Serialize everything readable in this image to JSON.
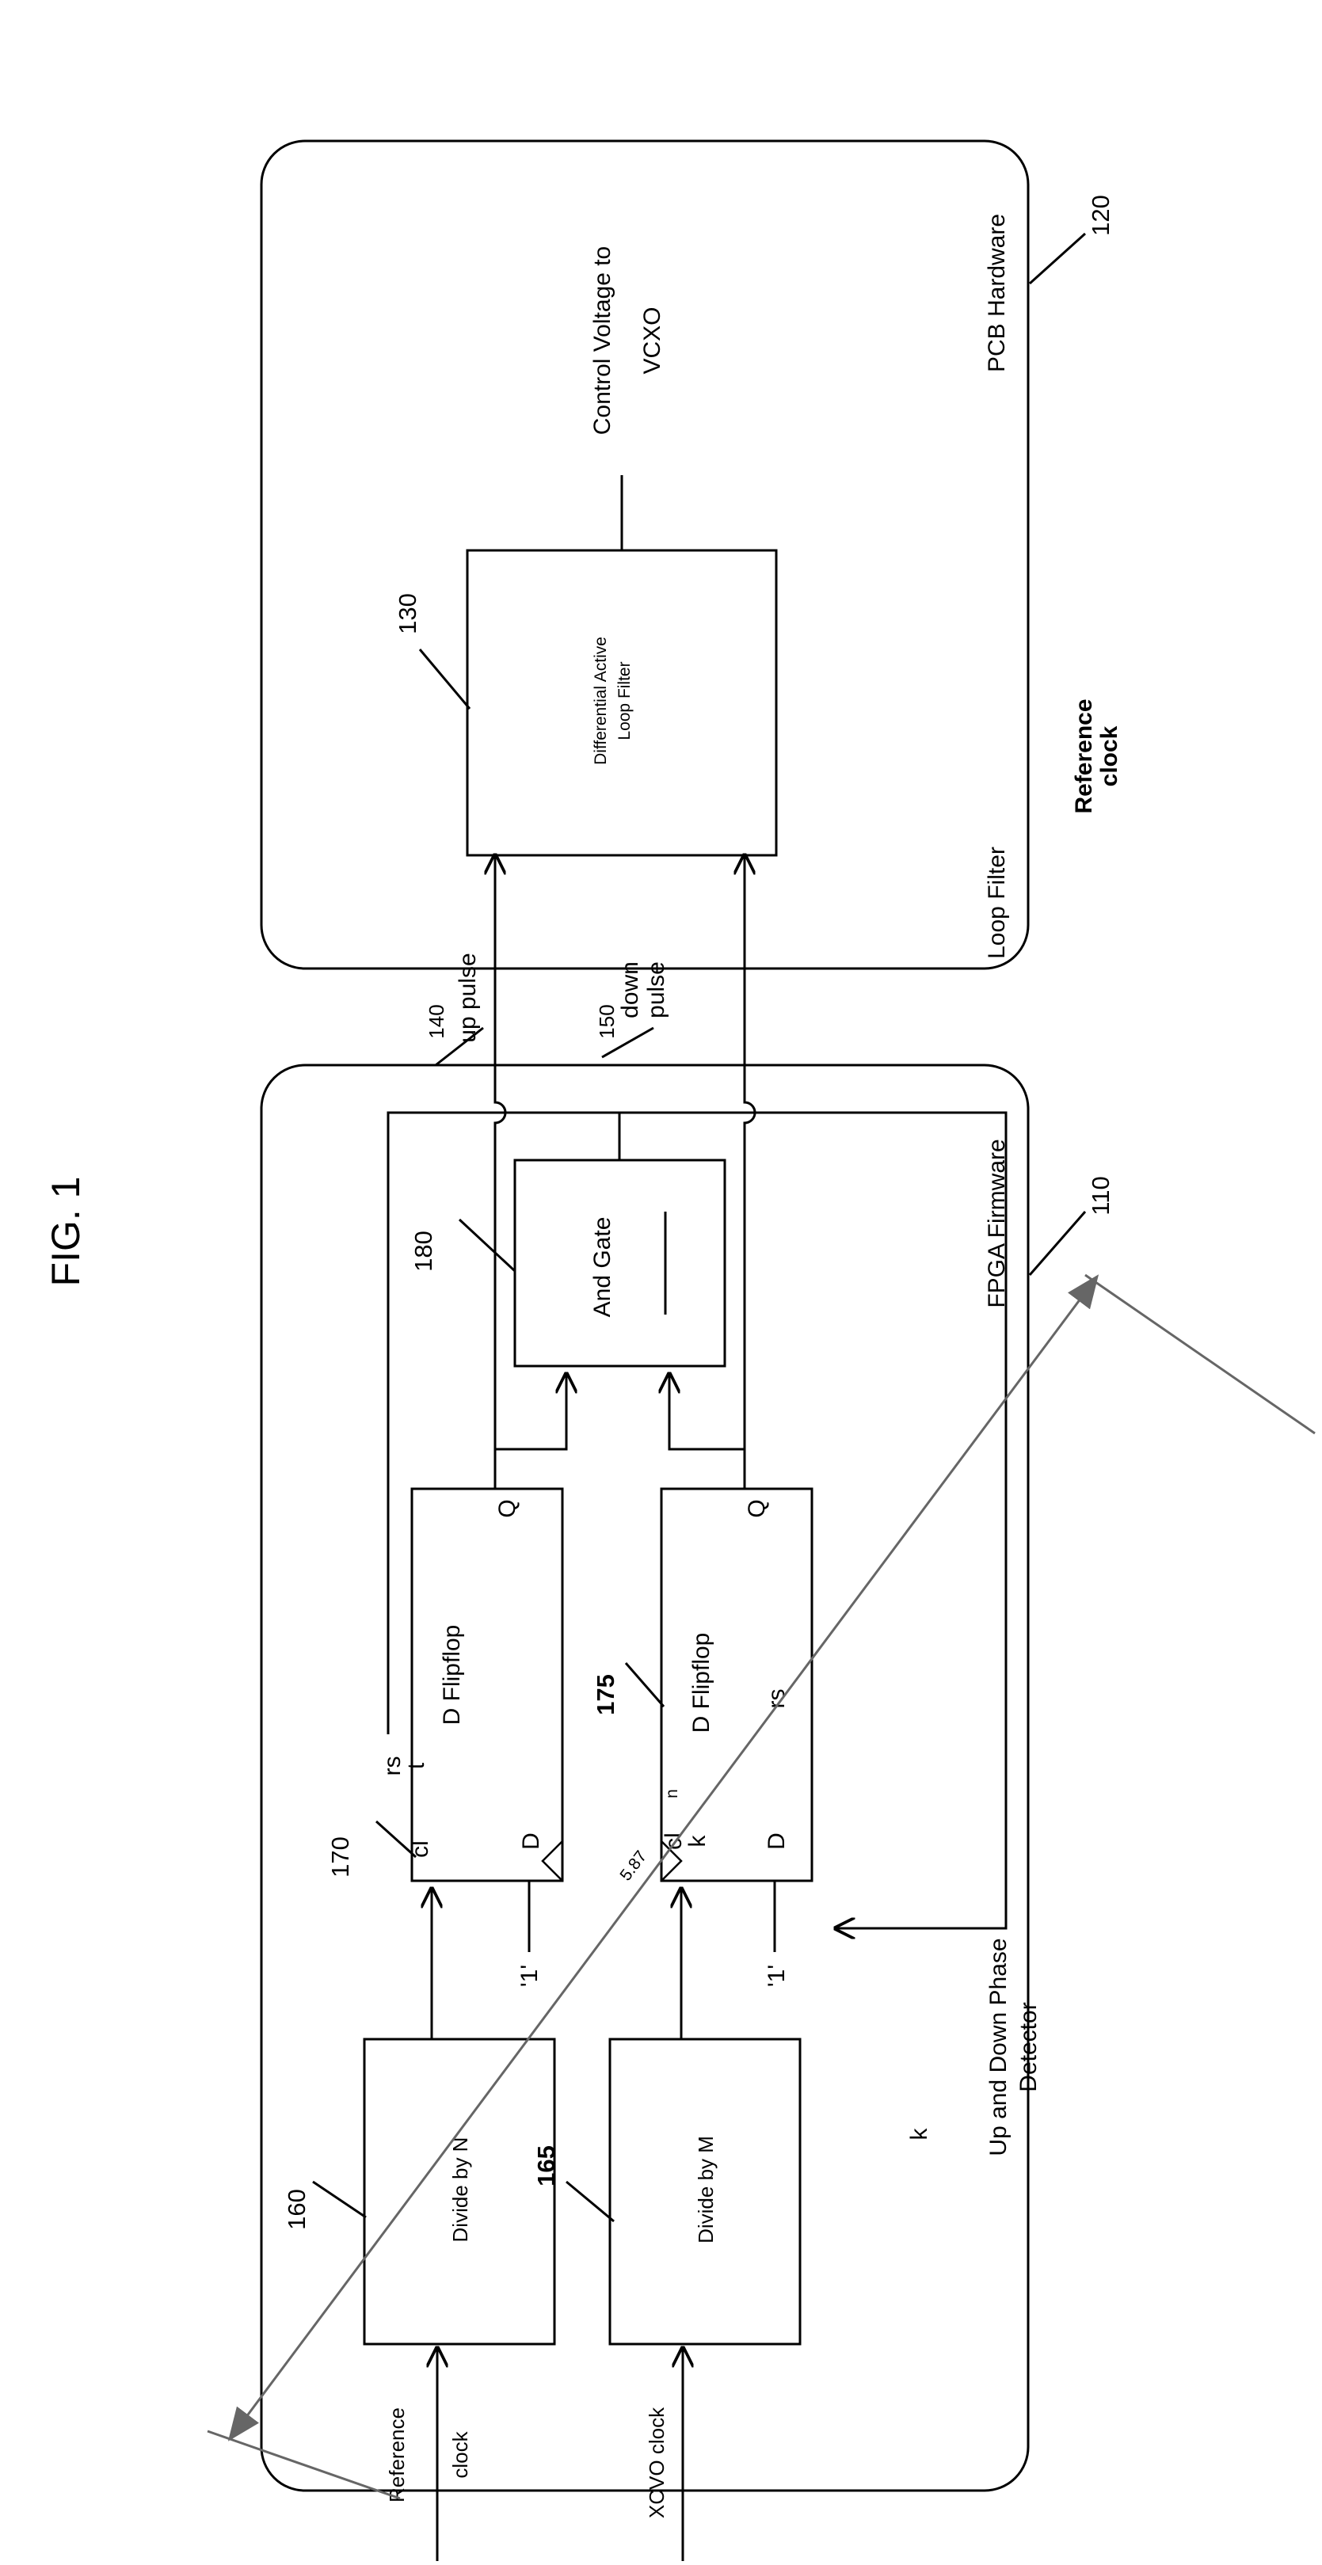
{
  "figure_title": "FIG.  1",
  "regions": {
    "pcb": {
      "label": "PCB Hardware",
      "ref": "120"
    },
    "fpga": {
      "label": "FPGA Firmware",
      "ref": "110"
    }
  },
  "blocks": {
    "loop_filter_block": {
      "line1": "Differential Active",
      "line2": "Loop Filter",
      "ref": "130"
    },
    "and_gate": {
      "label": "And Gate",
      "ref": "180"
    },
    "divide_n": {
      "label": "Divide by N",
      "ref": "160"
    },
    "divide_m": {
      "label": "Divide by M",
      "ref": "165"
    },
    "dff_top": {
      "title": "D Flipflop",
      "ref": "170",
      "q": "Q",
      "d": "D",
      "clk": "cl",
      "rs": "rs",
      "rs2": "t"
    },
    "dff_bottom": {
      "title": "D Flipflop",
      "ref": "175",
      "q": "Q",
      "d": "D",
      "clk": "cl",
      "clk2": "k",
      "clk3": "n",
      "rs": "rs"
    }
  },
  "signals": {
    "control_voltage_line1": "Control Voltage to",
    "control_voltage_line2": "VCXO",
    "up_pulse": {
      "label": "up pulse",
      "ref": "140"
    },
    "down_pulse": {
      "line1": "down",
      "line2": "pulse",
      "ref": "150"
    },
    "reference_clock_input": {
      "line1": "Reference",
      "line2": "clock"
    },
    "xcvo_clock_input": "XCVO clock",
    "const_one_top": "'1'",
    "const_one_bottom": "'1'"
  },
  "captions": {
    "loop_filter": "Loop Filter",
    "reference_clock_line1": "Reference",
    "reference_clock_line2": "clock",
    "phase_detector_line1": "Up and Down Phase",
    "phase_detector_line2": "Detector",
    "stray_k": "k"
  },
  "measurement": {
    "value": "5.87"
  }
}
